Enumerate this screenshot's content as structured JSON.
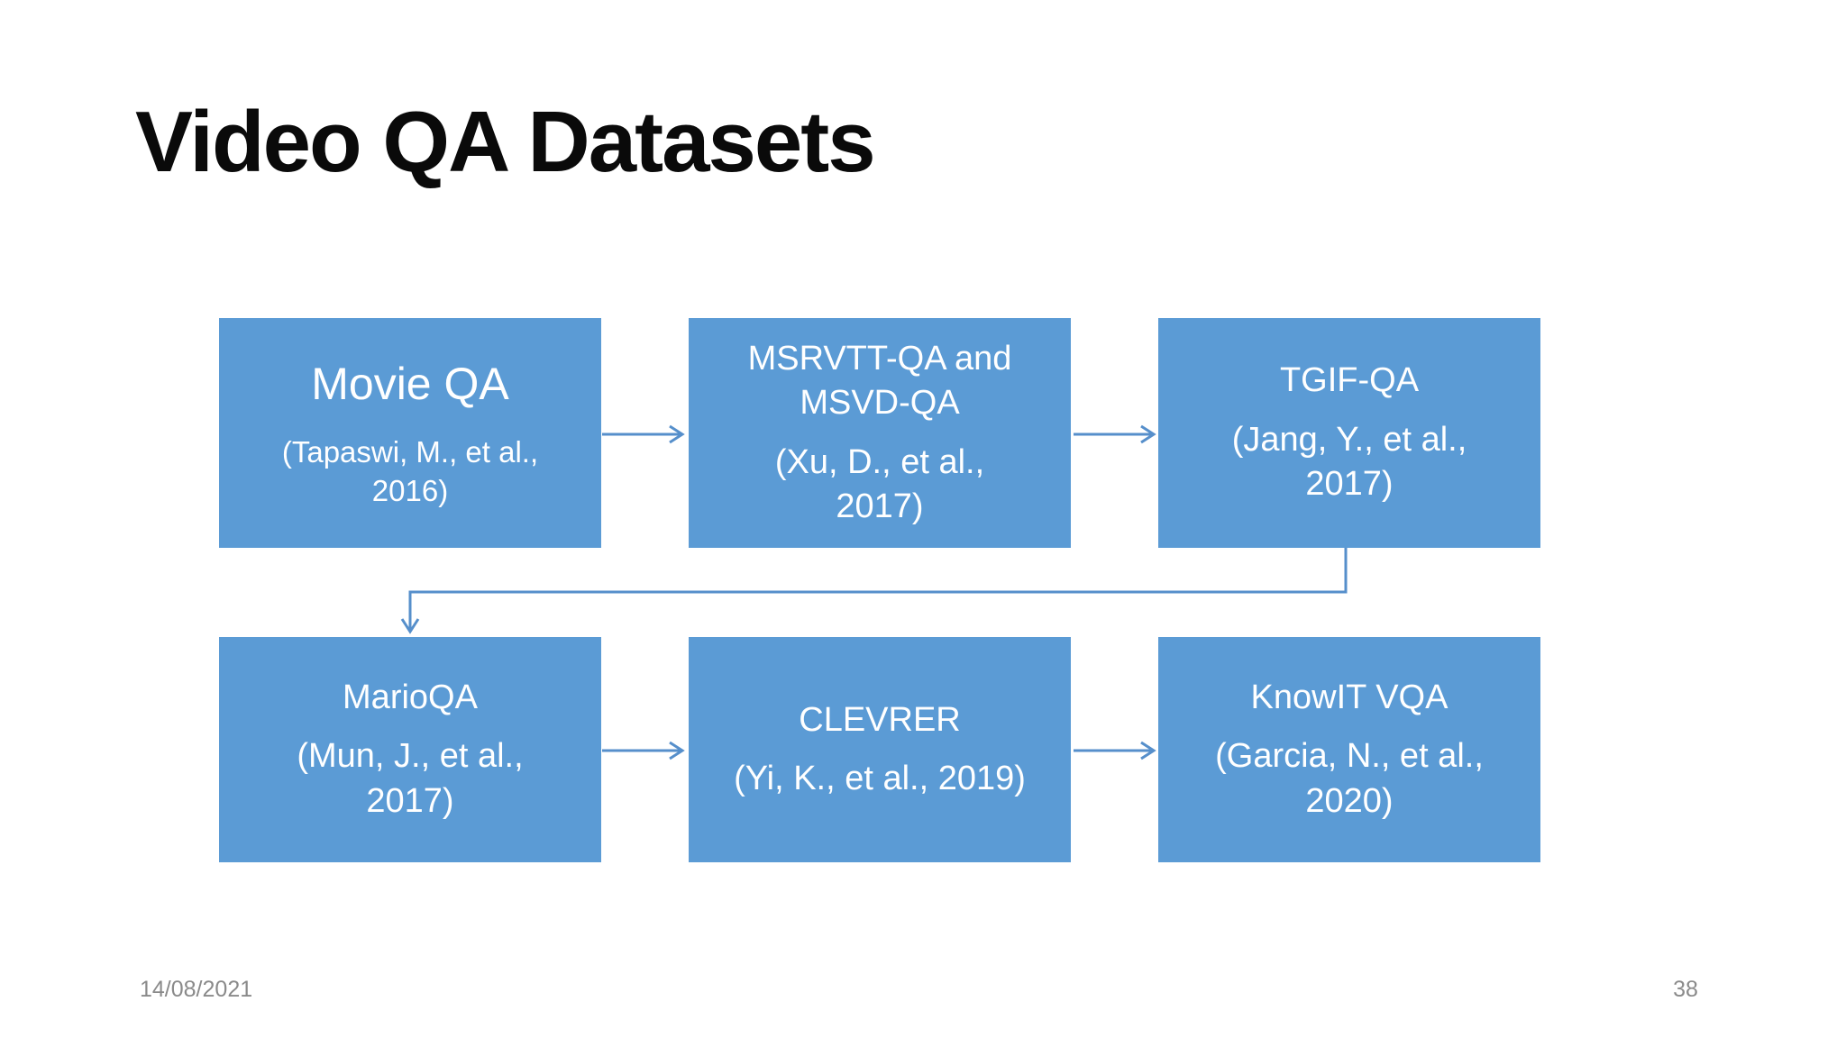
{
  "slide": {
    "title": "Video QA Datasets",
    "footer": {
      "date": "14/08/2021",
      "page_number": "38"
    }
  },
  "diagram": {
    "nodes": [
      {
        "title": "Movie QA",
        "citation": "(Tapaswi, M., et al., 2016)"
      },
      {
        "title": "MSRVTT-QA and MSVD-QA",
        "citation": "(Xu, D., et al., 2017)"
      },
      {
        "title": "TGIF-QA",
        "citation": "(Jang, Y., et al., 2017)"
      },
      {
        "title": "MarioQA",
        "citation": "(Mun, J., et al., 2017)"
      },
      {
        "title": "CLEVRER",
        "citation": "(Yi, K., et al., 2019)"
      },
      {
        "title": "KnowIT VQA",
        "citation": "(Garcia, N., et al., 2020)"
      }
    ],
    "connections": [
      {
        "from": "Movie QA",
        "to": "MSRVTT-QA and MSVD-QA",
        "type": "straight-arrow"
      },
      {
        "from": "MSRVTT-QA and MSVD-QA",
        "to": "TGIF-QA",
        "type": "straight-arrow"
      },
      {
        "from": "TGIF-QA",
        "to": "MarioQA",
        "type": "elbow-arrow"
      },
      {
        "from": "MarioQA",
        "to": "CLEVRER",
        "type": "straight-arrow"
      },
      {
        "from": "CLEVRER",
        "to": "KnowIT VQA",
        "type": "straight-arrow"
      }
    ],
    "colors": {
      "box_fill": "#5B9BD5",
      "box_text": "#FFFFFF",
      "connector": "#568FCB",
      "title_text": "#0A0A0A",
      "footer_text": "#8A8A8A",
      "background": "#FFFFFF"
    }
  }
}
